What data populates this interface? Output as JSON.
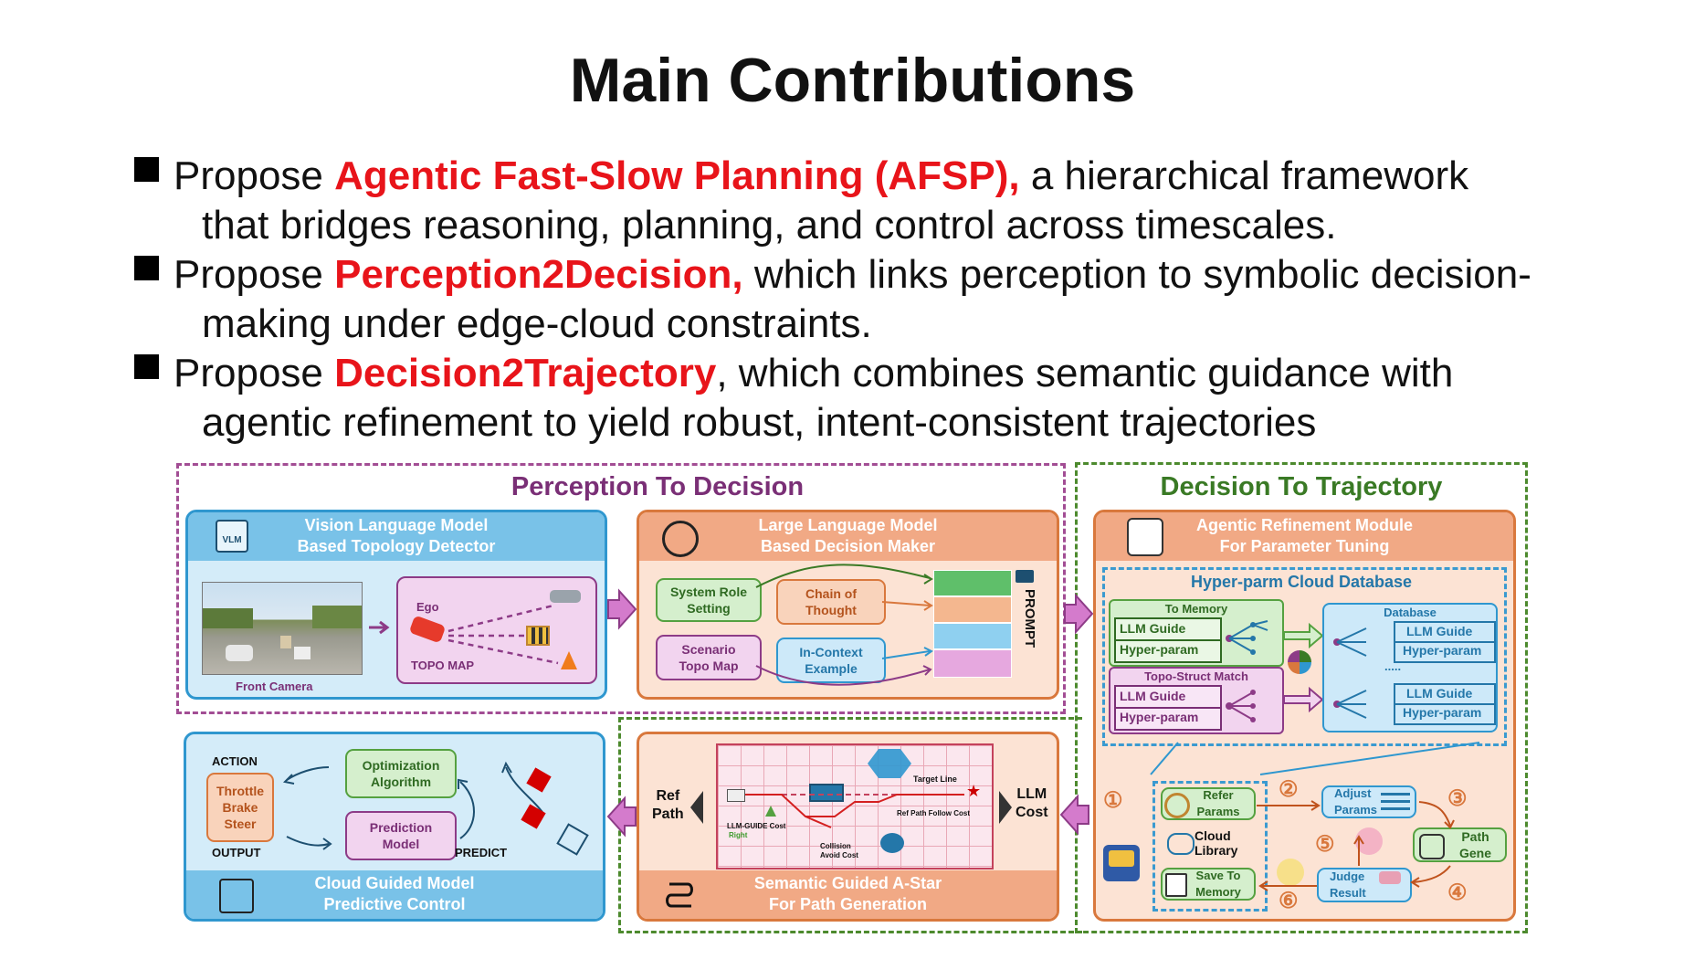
{
  "slide": {
    "title": "Main Contributions",
    "bullets": [
      {
        "prefix": "Propose ",
        "highlight": "Agentic Fast-Slow Planning (AFSP),",
        "rest": " a hierarchical framework",
        "cont": "that bridges reasoning, planning, and control across timescales."
      },
      {
        "prefix": "Propose ",
        "highlight": "Perception2Decision,",
        "rest": " which links perception to symbolic decision-",
        "cont": "making under edge-cloud constraints."
      },
      {
        "prefix": "Propose ",
        "highlight": "Decision2Trajectory",
        "rest": ", which combines semantic guidance with",
        "cont": "agentic refinement to yield robust, intent-consistent trajectories"
      }
    ]
  },
  "diagram": {
    "colors": {
      "purple": "#a24d94",
      "green": "#4d8a2e",
      "blue": "#2f97cf",
      "orange": "#d9783d",
      "red_highlight": "#e8141a"
    },
    "perception_title": "Perception To Decision",
    "trajectory_title": "Decision To Trajectory",
    "vlm": {
      "header_line1": "Vision Language Model",
      "header_line2": "Based Topology Detector",
      "icon_text": "VLM",
      "camera_label": "Front Camera",
      "ego_label": "Ego",
      "topo_label": "TOPO MAP"
    },
    "llm": {
      "header_line1": "Large Language Model",
      "header_line2": "Based Decision Maker",
      "system_role_1": "System Role",
      "system_role_2": "Setting",
      "chain_1": "Chain of",
      "chain_2": "Thought",
      "scenario_1": "Scenario",
      "scenario_2": "Topo Map",
      "incontext_1": "In-Context",
      "incontext_2": "Example",
      "prompt_label": "PROMPT"
    },
    "agentic": {
      "header_line1": "Agentic Refinement Module",
      "header_line2": "For Parameter Tuning",
      "db_title": "Hyper-parm Cloud Database",
      "to_memory": "To Memory",
      "topo_match": "Topo-Struct Match",
      "database": "Database",
      "llm_guide": "LLM Guide",
      "hyper_param": "Hyper-param",
      "ellipsis": ".....",
      "refer_params_1": "Refer",
      "refer_params_2": "Params",
      "cloud_lib_1": "Cloud",
      "cloud_lib_2": "Library",
      "save_mem_1": "Save To",
      "save_mem_2": "Memory",
      "adjust_1": "Adjust",
      "adjust_2": "Params",
      "path_gene_1": "Path",
      "path_gene_2": "Gene",
      "judge_1": "Judge",
      "judge_2": "Result",
      "steps": [
        "①",
        "②",
        "③",
        "④",
        "⑤",
        "⑥"
      ]
    },
    "astar": {
      "header_line1": "Semantic Guided A-Star",
      "header_line2": "For Path Generation",
      "ref_path_1": "Ref",
      "ref_path_2": "Path",
      "llm_cost_1": "LLM",
      "llm_cost_2": "Cost",
      "target_line": "Target Line",
      "ref_follow": "Ref Path Follow Cost",
      "guide_cost": "LLM-GUIDE Cost",
      "right": "Right",
      "collision_1": "Collision",
      "collision_2": "Avoid Cost"
    },
    "mpc": {
      "header_line1": "Cloud Guided Model",
      "header_line2": "Predictive Control",
      "action": "ACTION",
      "output": "OUTPUT",
      "throttle": "Throttle",
      "brake": "Brake",
      "steer": "Steer",
      "opt_1": "Optimization",
      "opt_2": "Algorithm",
      "pred_1": "Prediction",
      "pred_2": "Model",
      "predict": "PREDICT"
    }
  }
}
